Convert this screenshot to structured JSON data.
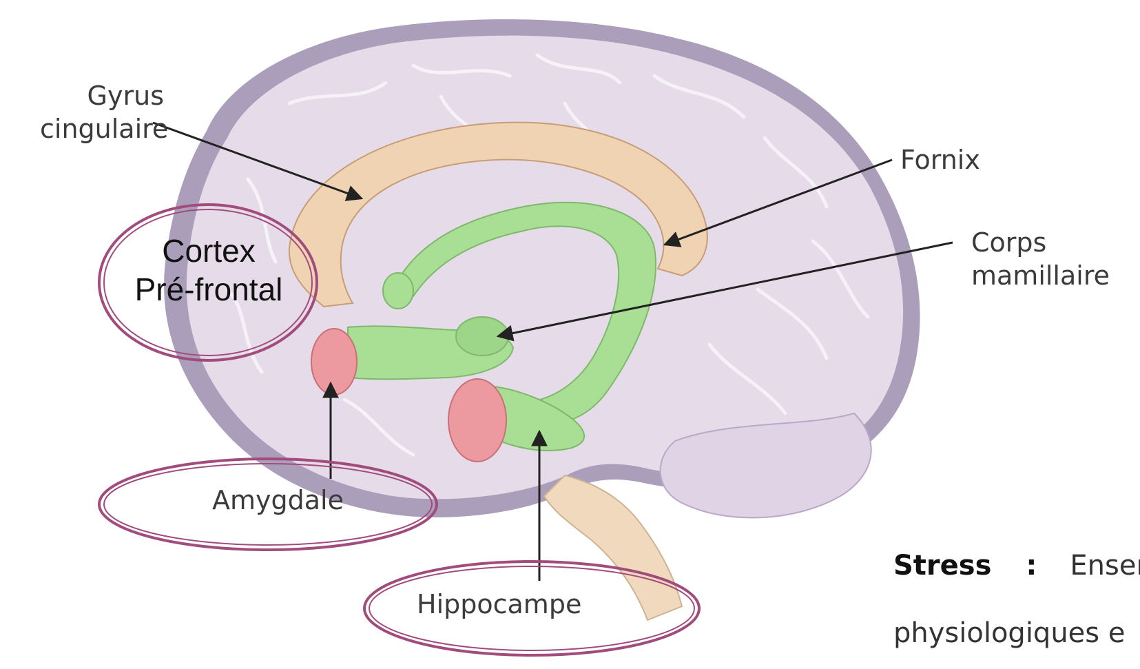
{
  "labels": {
    "gyrus": [
      "Gyrus",
      "cingulaire"
    ],
    "fornix": "Fornix",
    "corps": [
      "Corps",
      "mamillaire"
    ],
    "cortex": [
      "Cortex",
      "Pré-frontal"
    ],
    "amygdale": "Amygdale",
    "hippocampe": "Hippocampe"
  },
  "definition": {
    "term": "Stress",
    "colon": ":",
    "line1_rest": "Ensem",
    "line2": "physiologiques e"
  },
  "colors": {
    "brain": "#e5d9e8",
    "brain_outer": "#a89bb8",
    "cingulate": "#f0d2b2",
    "limbic": "#a8dd94",
    "amygdala": "#ec9a9f",
    "highlight": "#a24c7e"
  }
}
